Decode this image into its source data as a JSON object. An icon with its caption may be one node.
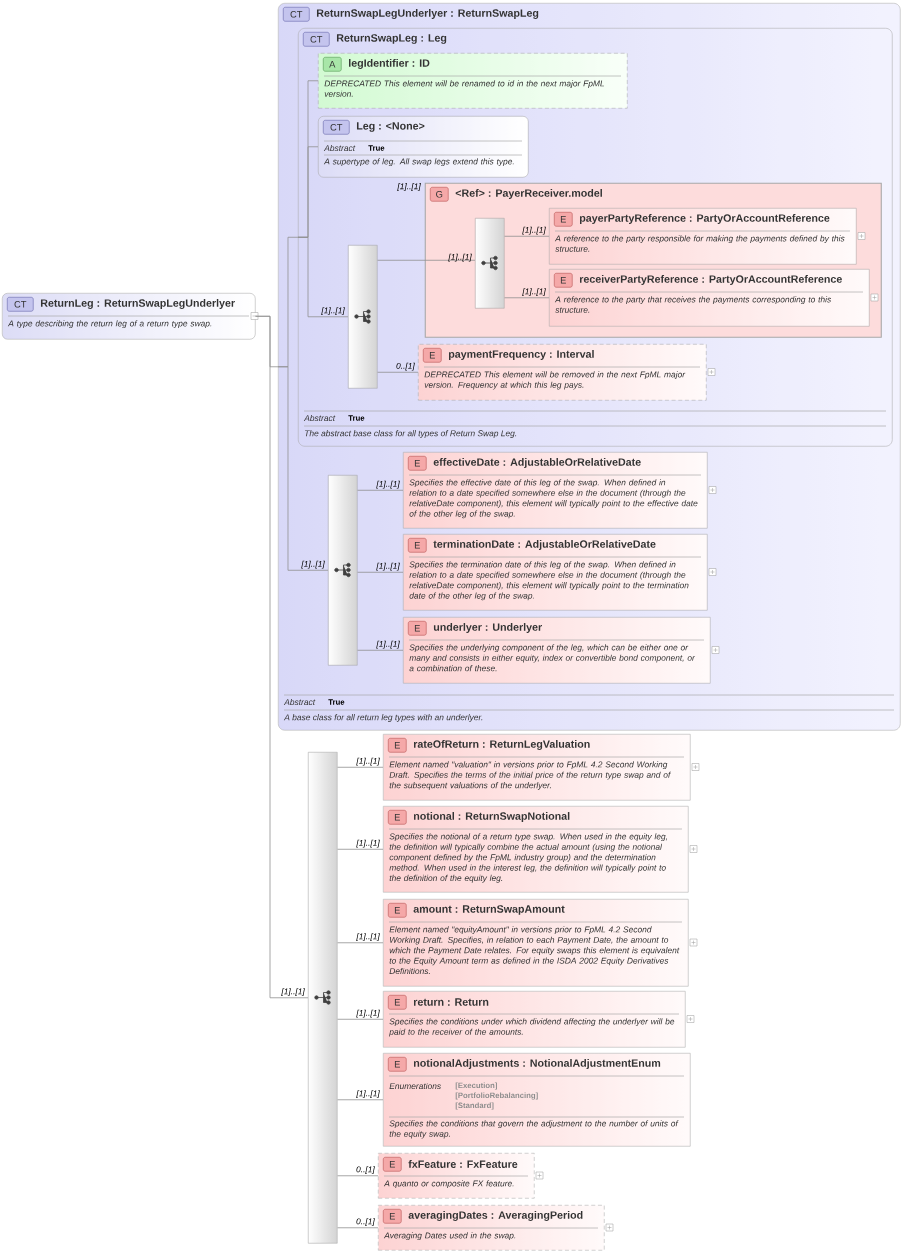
{
  "diagram": {
    "nodes": [
      {
        "text": [
          "CT",
          "ReturnLeg : ReturnSwapLegUnderlyer",
          "A type describing the return leg of a return type swap."
        ]
      },
      {
        "text": [
          "CT",
          "ReturnSwapLegUnderlyer : ReturnSwapLeg",
          "Abstract",
          "True",
          "A base class for all return leg types with an underlyer."
        ]
      },
      {
        "text": [
          "CT",
          "ReturnSwapLeg : Leg",
          "Abstract",
          "True",
          "The abstract base class for all types of Return Swap Leg."
        ],
        "in": 1
      },
      {
        "text": [
          "A",
          "legIdentifier : ID",
          "DEPRECATED This element will be renamed to id in the next major FpML version."
        ],
        "in": 2
      },
      {
        "text": [
          "CT",
          "Leg : <None>",
          "Abstract",
          "True",
          "A supertype of leg. All swap legs extend this type."
        ],
        "in": 2
      },
      {
        "text": [],
        "shape": "bar",
        "in": 2
      },
      {
        "text": [
          "G",
          "<Ref> : PayerReceiver.model"
        ],
        "beside": [
          "[1]..[1]"
        ],
        "in": 2
      },
      {
        "text": [],
        "shape": "bar",
        "in": 6
      },
      {
        "text": [
          "E",
          "payerPartyReference : PartyOrAccountReference",
          "A reference to the party responsible for making the payments defined by this structure."
        ],
        "in": 6
      },
      {
        "text": [
          "E",
          "receiverPartyReference : PartyOrAccountReference",
          "A reference to the party that receives the payments corresponding to this structure."
        ],
        "in": 6
      },
      {
        "text": [
          "E",
          "paymentFrequency : Interval",
          "DEPRECATED This element will be removed in the next FpML major version. Frequency at which this leg pays."
        ],
        "in": 2
      },
      {
        "text": [],
        "shape": "bar",
        "in": 1
      },
      {
        "text": [
          "E",
          "effectiveDate : AdjustableOrRelativeDate",
          "Specifies the effective date of this leg of the swap. When defined in relation to a date specified somewhere else in the document (through the relativeDate component), this element will typically point to the effective date of the other leg of the swap."
        ],
        "in": 1
      },
      {
        "text": [
          "E",
          "terminationDate : AdjustableOrRelativeDate",
          "Specifies the termination date of this leg of the swap. When defined in relation to a date specified somewhere else in the document (through the relativeDate component), this element will typically point to the termination date of the other leg of the swap."
        ],
        "in": 1
      },
      {
        "text": [
          "E",
          "underlyer : Underlyer",
          "Specifies the underlying component of the leg, which can be either one or many and consists in either equity, index or convertible bond component, or a combination of these."
        ],
        "in": 1
      },
      {
        "text": [],
        "shape": "bar"
      },
      {
        "text": [
          "E",
          "rateOfReturn : ReturnLegValuation",
          "Element named \"valuation\" in versions prior to FpML 4.2 Second Working Draft. Specifies the terms of the initial price of the return type swap and of the subsequent valuations of the underlyer."
        ]
      },
      {
        "text": [
          "E",
          "notional : ReturnSwapNotional",
          "Specifies the notional of a return type swap. When used in the equity leg, the definition will typically combine the actual amount (using the notional component defined by the FpML industry group) and the determination method. When used in the interest leg, the definition will typically point to the definition of the equity leg."
        ]
      },
      {
        "text": [
          "E",
          "amount : ReturnSwapAmount",
          "Element named \"equityAmount\" in versions prior to FpML 4.2 Second Working Draft. Specifies, in relation to each Payment Date, the amount to which the Payment Date relates. For equity swaps this element is equivalent to the Equity Amount term as defined in the ISDA 2002 Equity Derivatives Definitions."
        ]
      },
      {
        "text": [
          "E",
          "return : Return",
          "Specifies the conditions under which dividend affecting the underlyer will be paid to the receiver of the amounts."
        ]
      },
      {
        "text": [
          "E",
          "notionalAdjustments : NotionalAdjustmentEnum",
          "Enumerations",
          "[Execution]",
          "[PortfolioRebalancing]",
          "[Standard]",
          "Specifies the conditions that govern the adjustment to the number of units of the equity swap."
        ]
      },
      {
        "text": [
          "E",
          "fxFeature : FxFeature",
          "A quanto or composite FX feature."
        ]
      },
      {
        "text": [
          "E",
          "averagingDates : AveragingPeriod",
          "Averaging Dates used in the swap."
        ]
      }
    ],
    "edges": [
      {
        "from": 0,
        "to": 1,
        "arrow": "none"
      },
      {
        "from": 0,
        "to": 15,
        "arrow": "none",
        "label": "[1]..[1]"
      },
      {
        "from": 1,
        "to": 2,
        "arrow": "none"
      },
      {
        "from": 1,
        "to": 11,
        "arrow": "none",
        "label": "[1]..[1]"
      },
      {
        "from": 2,
        "to": 3,
        "arrow": "none"
      },
      {
        "from": 2,
        "to": 4,
        "arrow": "none"
      },
      {
        "from": 2,
        "to": 5,
        "arrow": "none",
        "label": "[1]..[1]"
      },
      {
        "from": 5,
        "to": 6,
        "arrow": "none"
      },
      {
        "from": 5,
        "to": 10,
        "arrow": "none",
        "label": "0..[1]"
      },
      {
        "from": 6,
        "to": 7,
        "arrow": "none",
        "label": "[1]..[1]"
      },
      {
        "from": 7,
        "to": 8,
        "arrow": "none",
        "label": "[1]..[1]"
      },
      {
        "from": 7,
        "to": 9,
        "arrow": "none",
        "label": "[1]..[1]"
      },
      {
        "from": 11,
        "to": 12,
        "arrow": "none",
        "label": "[1]..[1]"
      },
      {
        "from": 11,
        "to": 13,
        "arrow": "none",
        "label": "[1]..[1]"
      },
      {
        "from": 11,
        "to": 14,
        "arrow": "none",
        "label": "[1]..[1]"
      },
      {
        "from": 15,
        "to": 16,
        "arrow": "none",
        "label": "[1]..[1]"
      },
      {
        "from": 15,
        "to": 17,
        "arrow": "none",
        "label": "[1]..[1]"
      },
      {
        "from": 15,
        "to": 18,
        "arrow": "none",
        "label": "[1]..[1]"
      },
      {
        "from": 15,
        "to": 19,
        "arrow": "none",
        "label": "[1]..[1]"
      },
      {
        "from": 15,
        "to": 20,
        "arrow": "none",
        "label": "[1]..[1]"
      },
      {
        "from": 15,
        "to": 21,
        "arrow": "none",
        "label": "0..[1]"
      },
      {
        "from": 15,
        "to": 22,
        "arrow": "none",
        "label": "0..[1]"
      }
    ]
  }
}
